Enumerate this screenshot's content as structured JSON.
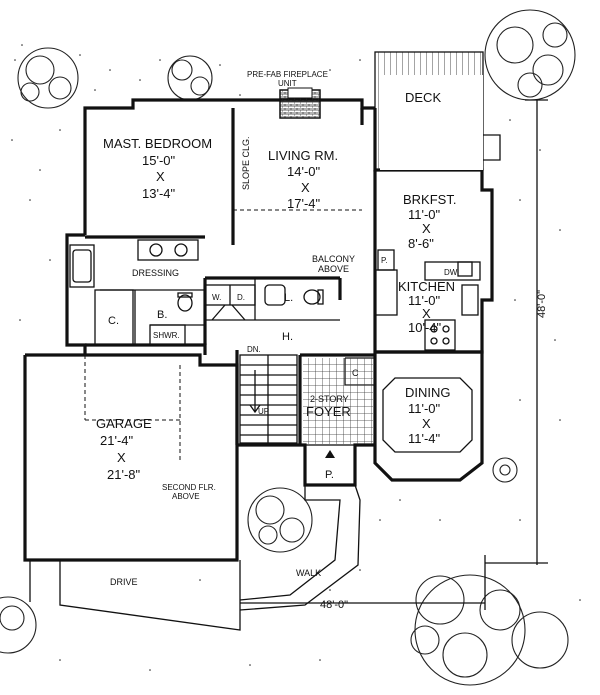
{
  "plan": {
    "fireplace": {
      "line1": "PRE-FAB FIREPLACE",
      "line2": "UNIT"
    },
    "rooms": {
      "master_bedroom": {
        "name": "MAST. BEDROOM",
        "dim1": "15'-0\"",
        "x": "X",
        "dim2": "13'-4\""
      },
      "living_room": {
        "name": "LIVING RM.",
        "dim1": "14'-0\"",
        "x": "X",
        "dim2": "17'-4\""
      },
      "deck": {
        "name": "DECK"
      },
      "breakfast": {
        "name": "BRKFST.",
        "dim1": "11'-0\"",
        "x": "X",
        "dim2": "8'-6\""
      },
      "kitchen": {
        "name": "KITCHEN",
        "dim1": "11'-0\"",
        "x": "X",
        "dim2": "10'-4\""
      },
      "dining": {
        "name": "DINING",
        "dim1": "11'-0\"",
        "x": "X",
        "dim2": "11'-4\""
      },
      "garage": {
        "name": "GARAGE",
        "dim1": "21'-4\"",
        "x": "X",
        "dim2": "21'-8\""
      }
    },
    "labels": {
      "slope_clg": "SLOPE CLG.",
      "balcony_1": "BALCONY",
      "balcony_2": "ABOVE",
      "dressing": "DRESSING",
      "closet_c": "C.",
      "bath_b": "B.",
      "shower": "SHWR.",
      "washer": "W.",
      "dryer": "D.",
      "lav": "L.",
      "hall": "H.",
      "pantry": "P.",
      "dishwasher": "DW",
      "dn": "DN.",
      "up": "UP",
      "foyer_1": "2-STORY",
      "foyer_2": "FOYER",
      "closet_foyer": "C",
      "porch": "P.",
      "second_flr_1": "SECOND FLR.",
      "second_flr_2": "ABOVE",
      "drive": "DRIVE",
      "walk": "WALK",
      "width_dim": "48'-0\"",
      "depth_dim": "48'-0\""
    }
  }
}
